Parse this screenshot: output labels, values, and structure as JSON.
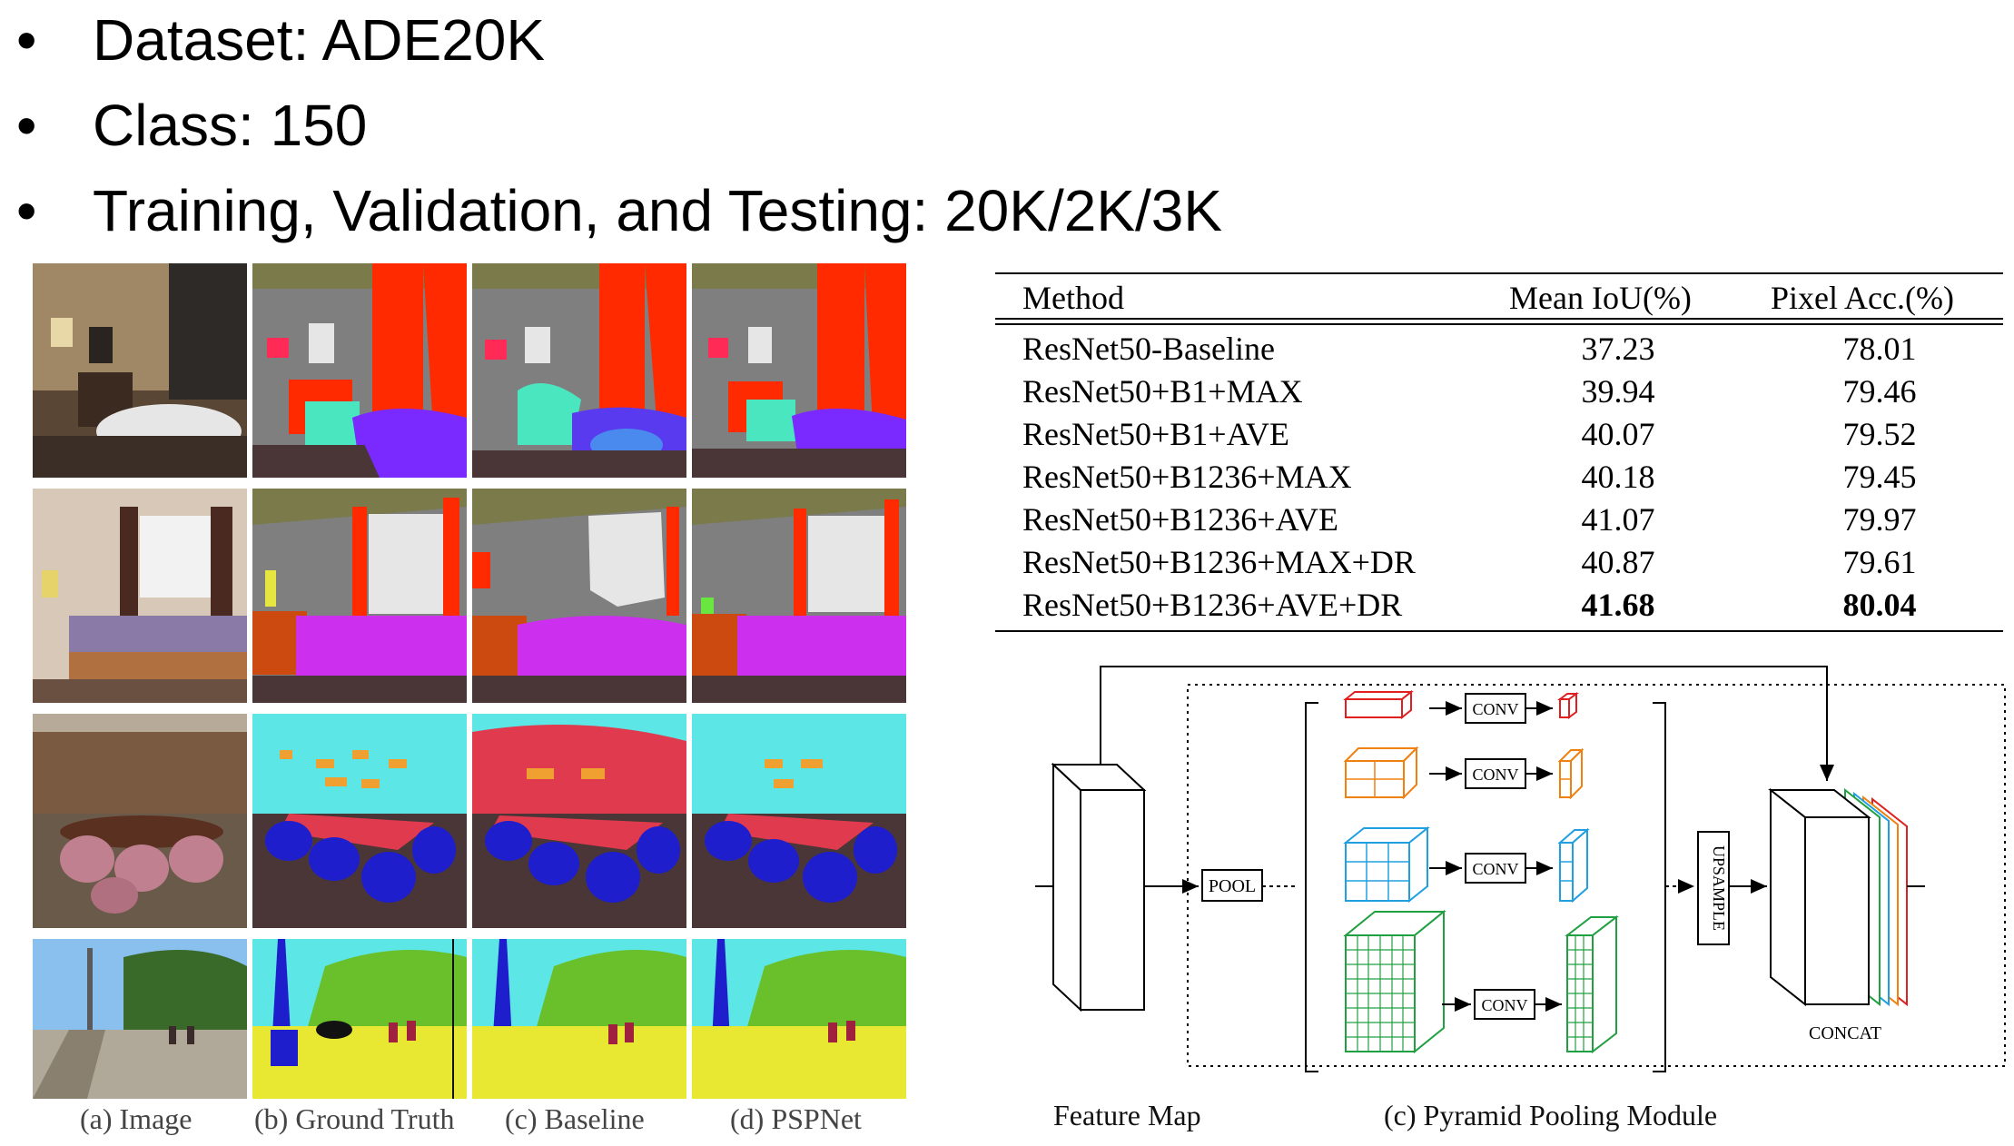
{
  "bullets": [
    {
      "marker": "•",
      "text": "Dataset: ADE20K"
    },
    {
      "marker": "•",
      "text": "Class: 150"
    },
    {
      "marker": "•",
      "text": "Training, Validation, and Testing: 20K/2K/3K"
    }
  ],
  "figure_left": {
    "captions": [
      "(a) Image",
      "(b) Ground Truth",
      "(c) Baseline",
      "(d) PSPNet"
    ]
  },
  "table": {
    "headers": [
      "Method",
      "Mean IoU(%)",
      "Pixel Acc.(%)"
    ],
    "rows": [
      {
        "method": "ResNet50-Baseline",
        "miou": "37.23",
        "acc": "78.01"
      },
      {
        "method": "ResNet50+B1+MAX",
        "miou": "39.94",
        "acc": "79.46"
      },
      {
        "method": "ResNet50+B1+AVE",
        "miou": "40.07",
        "acc": "79.52"
      },
      {
        "method": "ResNet50+B1236+MAX",
        "miou": "40.18",
        "acc": "79.45"
      },
      {
        "method": "ResNet50+B1236+AVE",
        "miou": "41.07",
        "acc": "79.97"
      },
      {
        "method": "ResNet50+B1236+MAX+DR",
        "miou": "40.87",
        "acc": "79.61"
      },
      {
        "method": "ResNet50+B1236+AVE+DR",
        "miou": "41.68",
        "acc": "80.04"
      }
    ]
  },
  "ppm": {
    "pool": "POOL",
    "conv": "CONV",
    "upsample": "UPSAMPLE",
    "concat": "CONCAT",
    "feature_map": "Feature Map",
    "module_caption": "(c) Pyramid Pooling Module"
  },
  "colors": {
    "seg_wall": "#7f7f7f",
    "seg_ceiling": "#7a7a4a",
    "seg_floor": "#4a3636",
    "seg_curtain": "#ff2a00",
    "seg_bed": "#c844ff",
    "seg_chair": "#1e1ecc",
    "seg_table": "#e03a4f",
    "seg_sky": "#5ce6e6",
    "seg_tree": "#6ac02a",
    "seg_road": "#e8e832",
    "branch_red": "#e02020",
    "branch_orange": "#f08010",
    "branch_blue": "#20a0e0",
    "branch_green": "#20a040"
  }
}
